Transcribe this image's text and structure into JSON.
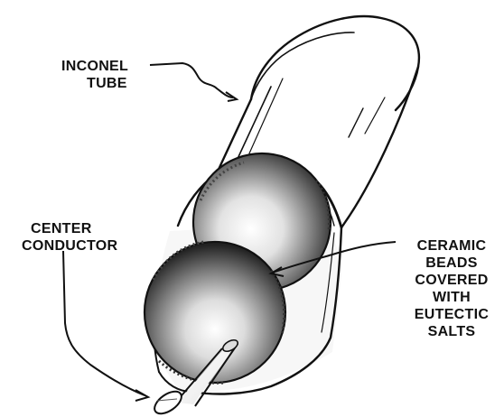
{
  "labels": {
    "tube": {
      "line1": "INCONEL",
      "line2": "TUBE"
    },
    "conductor": {
      "line1": "CENTER",
      "line2": "CONDUCTOR"
    },
    "beads": {
      "line1": "CERAMIC",
      "line2": "BEADS",
      "line3": "COVERED",
      "line4": "WITH",
      "line5": "EUTECTIC",
      "line6": "SALTS"
    }
  },
  "colors": {
    "ink": "#111111",
    "paper": "#ffffff"
  }
}
